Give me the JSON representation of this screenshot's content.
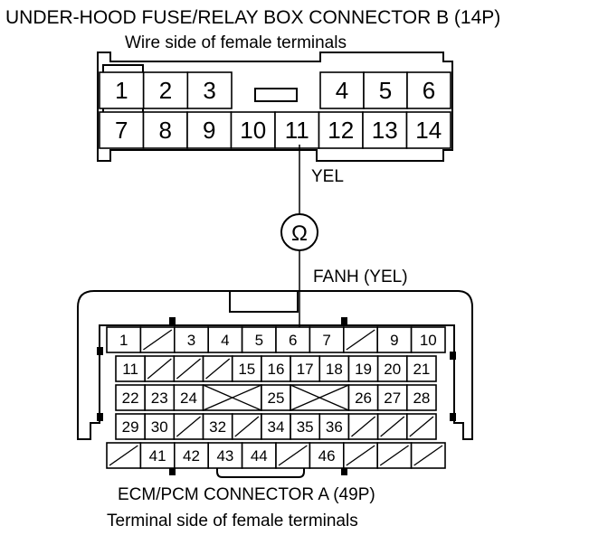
{
  "colors": {
    "line": "#000000",
    "background": "#ffffff"
  },
  "connector_b": {
    "title": "UNDER-HOOD FUSE/RELAY BOX CONNECTOR B (14P)",
    "subtitle": "Wire side of female terminals",
    "top_row": [
      "1",
      "2",
      "3",
      "",
      "",
      "4",
      "5",
      "6"
    ],
    "bottom_row": [
      "7",
      "8",
      "9",
      "10",
      "11",
      "12",
      "13",
      "14"
    ]
  },
  "wire_label": "YEL",
  "meter_symbol": "Ω",
  "meter_icon": "ohmmeter-icon",
  "terminal_label": "FANH (YEL)",
  "connector_a": {
    "title": "ECM/PCM CONNECTOR A (49P)",
    "subtitle": "Terminal side of female terminals",
    "row1": [
      "1",
      "/",
      "3",
      "4",
      "5",
      "6",
      "7",
      "/",
      "9",
      "10"
    ],
    "row2": [
      "11",
      "/",
      "/",
      "/",
      "15",
      "16",
      "17",
      "18",
      "19",
      "20",
      "21"
    ],
    "row3": [
      "22",
      "23",
      "24",
      "X",
      "25",
      "X",
      "26",
      "27",
      "28"
    ],
    "row4": [
      "29",
      "30",
      "/",
      "32",
      "/",
      "34",
      "35",
      "36",
      "/",
      "/",
      "/"
    ],
    "row5": [
      "/",
      "41",
      "42",
      "43",
      "44",
      "/",
      "46",
      "/",
      "/",
      "/"
    ]
  }
}
